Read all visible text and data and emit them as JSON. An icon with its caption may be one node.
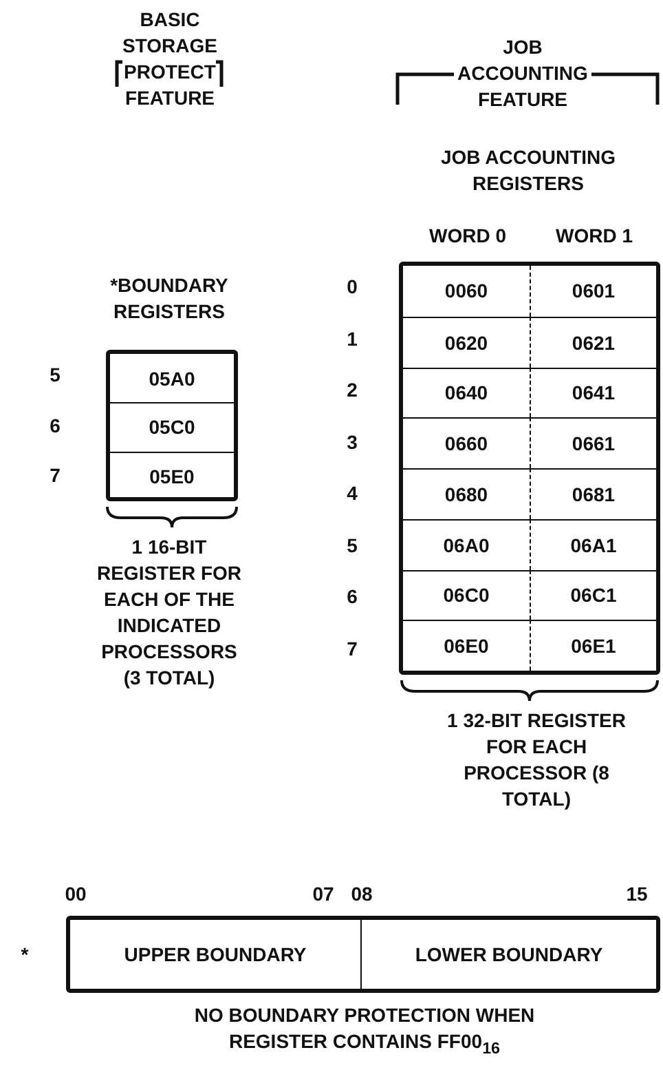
{
  "diagram": {
    "nodes": [
      {
        "text": [
          "*BOUNDARY REGISTERS"
        ]
      },
      {
        "text": [
          "05A0"
        ],
        "in": 0
      },
      {
        "text": [
          "05C0"
        ],
        "in": 0
      },
      {
        "text": [
          "05E0"
        ],
        "in": 0
      },
      {
        "text": [
          "JOB ACCOUNTING REGISTERS"
        ]
      },
      {
        "text": [
          "0060"
        ],
        "in": 4
      },
      {
        "text": [
          "0601"
        ],
        "in": 4
      },
      {
        "text": [
          "0620"
        ],
        "in": 4
      },
      {
        "text": [
          "0621"
        ],
        "in": 4
      },
      {
        "text": [
          "0640"
        ],
        "in": 4
      },
      {
        "text": [
          "0641"
        ],
        "in": 4
      },
      {
        "text": [
          "0660"
        ],
        "in": 4
      },
      {
        "text": [
          "0661"
        ],
        "in": 4
      },
      {
        "text": [
          "0680"
        ],
        "in": 4
      },
      {
        "text": [
          "0681"
        ],
        "in": 4
      },
      {
        "text": [
          "06A0"
        ],
        "in": 4
      },
      {
        "text": [
          "06A1"
        ],
        "in": 4
      },
      {
        "text": [
          "06C0"
        ],
        "in": 4
      },
      {
        "text": [
          "06C1"
        ],
        "in": 4
      },
      {
        "text": [
          "06E0"
        ],
        "in": 4
      },
      {
        "text": [
          "06E1"
        ],
        "in": 4
      },
      {
        "text": [],
        "shape": "box"
      },
      {
        "text": [
          "UPPER BOUNDARY"
        ],
        "in": 21
      },
      {
        "text": [
          "LOWER BOUNDARY"
        ],
        "in": 21
      }
    ],
    "labels": [
      "BASIC STORAGE PROTECT FEATURE",
      "JOB ACCOUNTING FEATURE",
      "WORD 0",
      "WORD 1",
      "0",
      "1",
      "2",
      "3",
      "4",
      "5",
      "6",
      "7",
      "5",
      "6",
      "7",
      "1 16-BIT REGISTER FOR EACH OF THE INDICATED PROCESSORS (3 TOTAL)",
      "1 32-BIT REGISTER FOR EACH PROCESSOR (8 TOTAL)",
      "00",
      "07",
      "08",
      "15",
      "*",
      "NO BOUNDARY PROTECTION WHEN REGISTER CONTAINS FF00$_{16}$"
    ]
  }
}
